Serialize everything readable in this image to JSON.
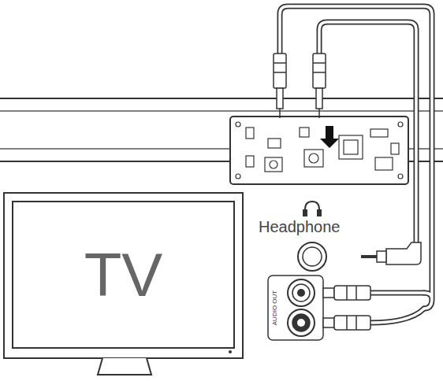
{
  "diagram": {
    "nodes": [
      {
        "text": [
          "TV"
        ]
      }
    ],
    "labels": [
      "Headphone",
      "AUDIO OUT"
    ]
  }
}
